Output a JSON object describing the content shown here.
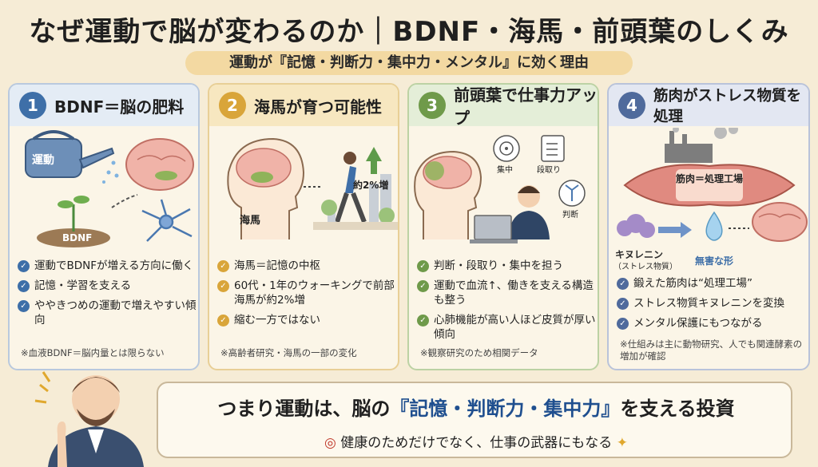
{
  "title": "なぜ運動で脳が変わるのか｜BDNF・海馬・前頭葉のしくみ",
  "subtitle": "運動が『記憶・判断力・集中力・メンタル』に効く理由",
  "cards": [
    {
      "number": "1",
      "heading": "BDNF＝脳の肥料",
      "color": "#3e6fa8",
      "border": "#b9c9de",
      "head_bg": "#e4ecf5",
      "labels": {
        "can": "運動",
        "soil": "BDNF"
      },
      "bullets": [
        "運動でBDNFが増える方向に働く",
        "記憶・学習を支える",
        "ややきつめの運動で増えやすい傾向"
      ],
      "note": "※血液BDNF＝脳内量とは限らない"
    },
    {
      "number": "2",
      "heading": "海馬が育つ可能性",
      "color": "#d9a53a",
      "border": "#e8cf96",
      "head_bg": "#f7e7c0",
      "labels": {
        "hippocampus": "海馬",
        "increase": "約2%増"
      },
      "bullets": [
        "海馬＝記憶の中枢",
        "60代・1年のウォーキングで前部海馬が約2%増",
        "縮む一方ではない"
      ],
      "note": "※高齢者研究・海馬の一部の変化"
    },
    {
      "number": "3",
      "heading": "前頭葉で仕事力アップ",
      "color": "#6f9a4a",
      "border": "#bcd2a4",
      "head_bg": "#e4eed8",
      "labels": {
        "focus": "集中",
        "plan": "段取り",
        "judge": "判断"
      },
      "bullets": [
        "判断・段取り・集中を担う",
        "運動で血流↑、働きを支える構造も整う",
        "心肺機能が高い人ほど皮質が厚い傾向"
      ],
      "note": "※観察研究のため相関データ"
    },
    {
      "number": "4",
      "heading": "筋肉がストレス物質を処理",
      "color": "#4f6a9c",
      "border": "#b9c3da",
      "head_bg": "#e3e7f2",
      "labels": {
        "muscle": "筋肉＝処理工場",
        "kynurenine": "キヌレニン",
        "stress": "（ストレス物質）",
        "harmless": "無害な形"
      },
      "bullets": [
        "鍛えた筋肉は“処理工場”",
        "ストレス物質キヌレニンを変換",
        "メンタル保護にもつながる"
      ],
      "note": "※仕組みは主に動物研究、人でも関連酵素の増加が確認"
    }
  ],
  "bottom": {
    "pre": "つまり運動は、脳の",
    "highlight": "『記憶・判断力・集中力』",
    "post": "を支える投資",
    "sub": "健康のためだけでなく、仕事の武器にもなる"
  }
}
